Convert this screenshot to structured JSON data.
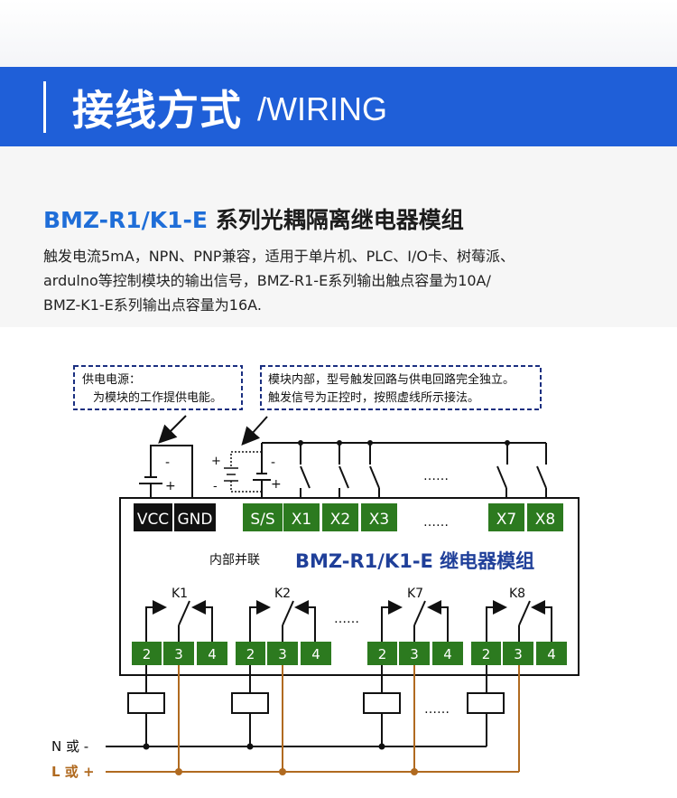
{
  "header": {
    "title": "接线方式",
    "subtitle": "/WIRING"
  },
  "product": {
    "model": "BMZ-R1/K1-E",
    "name": "系列光耦隔离继电器模组",
    "description": [
      "触发电流5mA，NPN、PNP兼容，适用于单片机、PLC、I/O卡、树莓派、",
      "ardulno等控制模块的输出信号，BMZ-R1-E系列输出触点容量为10A/",
      "BMZ-K1-E系列输出点容量为16A."
    ]
  },
  "diagram": {
    "note_power": {
      "line1": "供电电源：",
      "line2": "为模块的工作提供电能。"
    },
    "note_signal": {
      "line1": "模块内部，型号触发回路与供电回路完全独立。",
      "line2": "触发信号为正控时，按照虚线所示接法。"
    },
    "power_terminals": [
      "VCC",
      "GND"
    ],
    "input_terminals": [
      "S/S",
      "X1",
      "X2",
      "X3",
      "X7",
      "X8"
    ],
    "ellipsis": "……",
    "ellipsis_small": "……",
    "internal_label": "内部并联",
    "module_label": "BMZ-R1/K1-E 继电器模组",
    "relays": [
      "K1",
      "K2",
      "K7",
      "K8"
    ],
    "contact_numbers": [
      "2",
      "3",
      "4"
    ],
    "plus": "+",
    "minus": "-",
    "neutral_label": "N 或 -",
    "live_label": "L 或 +",
    "colors": {
      "terminal_green": "#2c7a1f",
      "terminal_black": "#111111",
      "model_blue": "#1f3f99",
      "live_line": "#b06a20",
      "note_border": "#1a2f80"
    }
  }
}
